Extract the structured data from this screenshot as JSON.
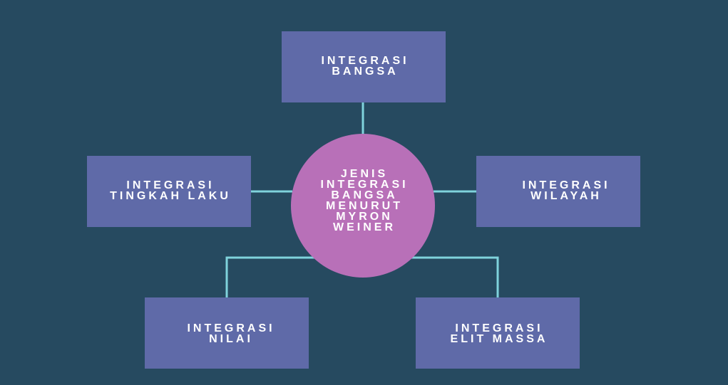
{
  "colors": {
    "background": "#264a60",
    "box_fill": "#5f6aa8",
    "center_fill": "#b870b8",
    "connector": "#7fd3dc",
    "text": "#ffffff"
  },
  "diagram": {
    "center": {
      "label": "JENIS\nINTEGRASI\nBANGSA\nMENURUT\nMYRON\nWEINER"
    },
    "nodes": {
      "top": {
        "label": "INTEGRASI\nBANGSA"
      },
      "left": {
        "label": "INTEGRASI\nTINGKAH LAKU"
      },
      "right": {
        "label": "INTEGRASI\nWILAYAH"
      },
      "bottom_left": {
        "label": "INTEGRASI\nNILAI"
      },
      "bottom_right": {
        "label": "INTEGRASI\nELIT MASSA"
      }
    }
  }
}
